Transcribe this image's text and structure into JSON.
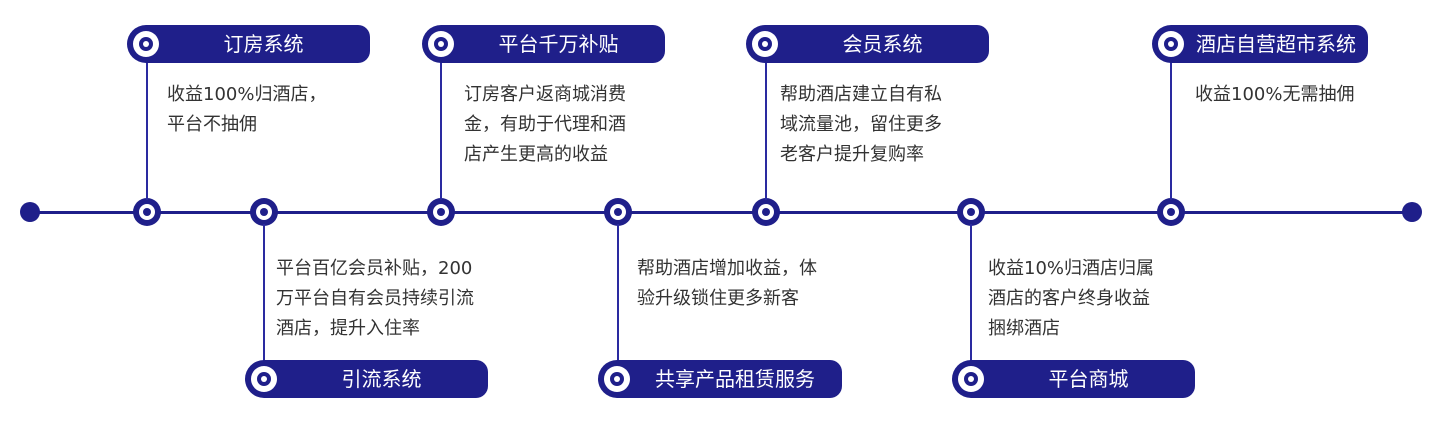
{
  "top": [
    {
      "title": "订房系统",
      "desc": "收益100%归酒店，\n平台不抽佣"
    },
    {
      "title": "平台千万补贴",
      "desc": "订房客户返商城消费\n金，有助于代理和酒\n店产生更高的收益"
    },
    {
      "title": "会员系统",
      "desc": "帮助酒店建立自有私\n域流量池，留住更多\n老客户提升复购率"
    },
    {
      "title": "酒店自营超市系统",
      "desc": "收益100%无需抽佣"
    }
  ],
  "bottom": [
    {
      "title": "引流系统",
      "desc": "平台百亿会员补贴，200\n万平台自有会员持续引流\n酒店，提升入住率"
    },
    {
      "title": "共享产品租赁服务",
      "desc": "帮助酒店增加收益，体\n验升级锁住更多新客"
    },
    {
      "title": "平台商城",
      "desc": "收益10%归酒店归属\n酒店的客户终身收益\n捆绑酒店"
    }
  ],
  "colors": {
    "primary": "#1f1f8a",
    "text": "#333333"
  }
}
